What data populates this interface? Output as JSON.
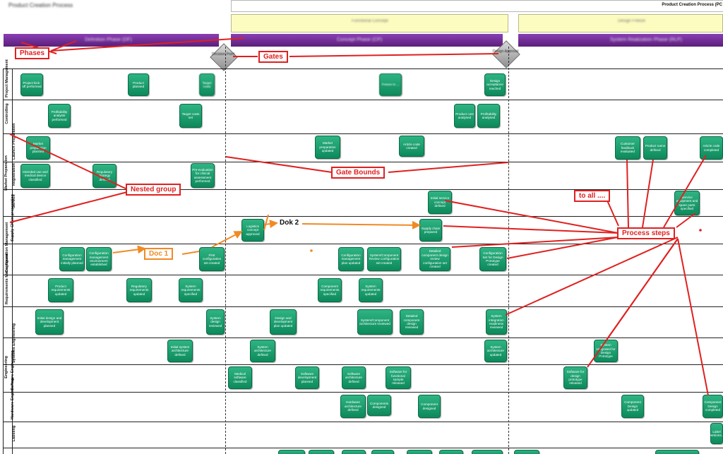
{
  "header": {
    "app_title": "Product Creation Process",
    "diagram_title": "Product Creation Process (PC"
  },
  "subheaders": [
    {
      "id": "sub1",
      "label": "Functional Concept"
    },
    {
      "id": "sub2",
      "label": "Design Freeze"
    }
  ],
  "phases": [
    {
      "id": "p1",
      "label": "Definition Phase (DF)"
    },
    {
      "id": "p2",
      "label": "Concept Phase (CP)"
    },
    {
      "id": "p3",
      "label": "System Realization Phase (RLP)"
    }
  ],
  "gates": [
    {
      "id": "g1",
      "label": "Decision Point"
    },
    {
      "id": "g2",
      "label": "Design Approval"
    }
  ],
  "lanes": [
    {
      "id": "pm",
      "label": "Project Management"
    },
    {
      "id": "ctrl",
      "label": "Controlling"
    },
    {
      "id": "lp",
      "label": "Launch Preparation"
    },
    {
      "id": "reg",
      "label": "Registration"
    },
    {
      "id": "svc",
      "label": "Service"
    },
    {
      "id": "scp",
      "label": "Supply Chain preparation"
    },
    {
      "id": "cm",
      "label": "Configuration Management"
    },
    {
      "id": "rm",
      "label": "Requirements Management"
    },
    {
      "id": "eng",
      "label": ""
    },
    {
      "id": "se",
      "label": "Systems Engineering"
    },
    {
      "id": "sw",
      "label": "Software Engineering"
    },
    {
      "id": "hw",
      "label": "Hardware Engineering"
    },
    {
      "id": "lab",
      "label": "Labeling"
    }
  ],
  "group_labels": {
    "market": "Market Preparation",
    "engineering": "Engineering"
  },
  "steps": [
    {
      "id": "s1",
      "label": "Project kick-off performed"
    },
    {
      "id": "s2",
      "label": "Product planned"
    },
    {
      "id": "s3",
      "label": "Target costs"
    },
    {
      "id": "s4",
      "label": "Freeze to ..."
    },
    {
      "id": "s5",
      "label": "Design acceptance reached"
    },
    {
      "id": "s6",
      "label": "Profitability analysis performed"
    },
    {
      "id": "s7",
      "label": "Target costs set"
    },
    {
      "id": "s8",
      "label": "Product cost analysed"
    },
    {
      "id": "s9",
      "label": "Profitability analysed"
    },
    {
      "id": "s10",
      "label": "Market preparation planned"
    },
    {
      "id": "s11",
      "label": "Market preparation updated"
    },
    {
      "id": "s12",
      "label": "Article code created"
    },
    {
      "id": "s13",
      "label": "Customer feedback evaluated"
    },
    {
      "id": "s14",
      "label": "Product name defined"
    },
    {
      "id": "s15",
      "label": "Article code completed"
    },
    {
      "id": "s16",
      "label": "Intended use and medical device classified"
    },
    {
      "id": "s17",
      "label": "Regulatory strategy defined"
    },
    {
      "id": "s18",
      "label": "Pre-evaluation for clinical assessment performed"
    },
    {
      "id": "s19",
      "label": "Initial service concept defined"
    },
    {
      "id": "s20",
      "label": "Service equipment and spare parts specified"
    },
    {
      "id": "s21",
      "label": "Logistics concept approved"
    },
    {
      "id": "s22",
      "label": "Supply chain prepared"
    },
    {
      "id": "s23",
      "label": "Configuration management initially planned"
    },
    {
      "id": "s24",
      "label": "Configuration management environment established"
    },
    {
      "id": "s25",
      "label": "First configuration set created"
    },
    {
      "id": "s26",
      "label": "Configuration management plan updated"
    },
    {
      "id": "s27",
      "label": "System/Component Review configuration set created"
    },
    {
      "id": "s28",
      "label": "Detailed component design review configuration set created"
    },
    {
      "id": "s29",
      "label": "Configuration Set for Design Prototype created"
    },
    {
      "id": "s30",
      "label": "Product requirements updated"
    },
    {
      "id": "s31",
      "label": "Regulatory requirements updated"
    },
    {
      "id": "s32",
      "label": "System requirements specified"
    },
    {
      "id": "s33",
      "label": "Component requirements specified"
    },
    {
      "id": "s34",
      "label": "System requirements updated"
    },
    {
      "id": "s35",
      "label": "Initial design and development planned"
    },
    {
      "id": "s36",
      "label": "System design reviewed"
    },
    {
      "id": "s37",
      "label": "Design and development plan updated"
    },
    {
      "id": "s38",
      "label": "System/Component architecture reviewed"
    },
    {
      "id": "s39",
      "label": "Detailed component design reviewed"
    },
    {
      "id": "s40",
      "label": "System integration readiness reviewed"
    },
    {
      "id": "s41",
      "label": "Initial system architecture defined"
    },
    {
      "id": "s42",
      "label": "System architecture defined"
    },
    {
      "id": "s43",
      "label": "System architecture updated"
    },
    {
      "id": "s44",
      "label": "System integrated for Design Prototype"
    },
    {
      "id": "s45",
      "label": "Medical software classified"
    },
    {
      "id": "s46",
      "label": "Software development planned"
    },
    {
      "id": "s47",
      "label": "Software architecture defined"
    },
    {
      "id": "s48",
      "label": "Software for functional sample released"
    },
    {
      "id": "s49",
      "label": "Software for design prototype released"
    },
    {
      "id": "s50",
      "label": "Hardware architecture defined"
    },
    {
      "id": "s51",
      "label": "Components designed"
    },
    {
      "id": "s52",
      "label": "Component designed"
    },
    {
      "id": "s53",
      "label": "Component Design updated"
    },
    {
      "id": "s54",
      "label": "Component Design completed"
    },
    {
      "id": "s55",
      "label": "Label versions..."
    }
  ],
  "annotations": {
    "phases": "Phases",
    "gates": "Gates",
    "nested_group": "Nested group",
    "gate_bounds": "Gate Bounds",
    "to_all": "to all ....",
    "process_steps": "Process steps",
    "doc1": "Doc 1",
    "dok2": "Dok 2"
  },
  "colors": {
    "step_fill": "#16996a",
    "phase_bar": "#6b2a8e",
    "subheader": "#fcfcc0",
    "annotation_red": "#e02020",
    "annotation_orange": "#f08a24"
  }
}
